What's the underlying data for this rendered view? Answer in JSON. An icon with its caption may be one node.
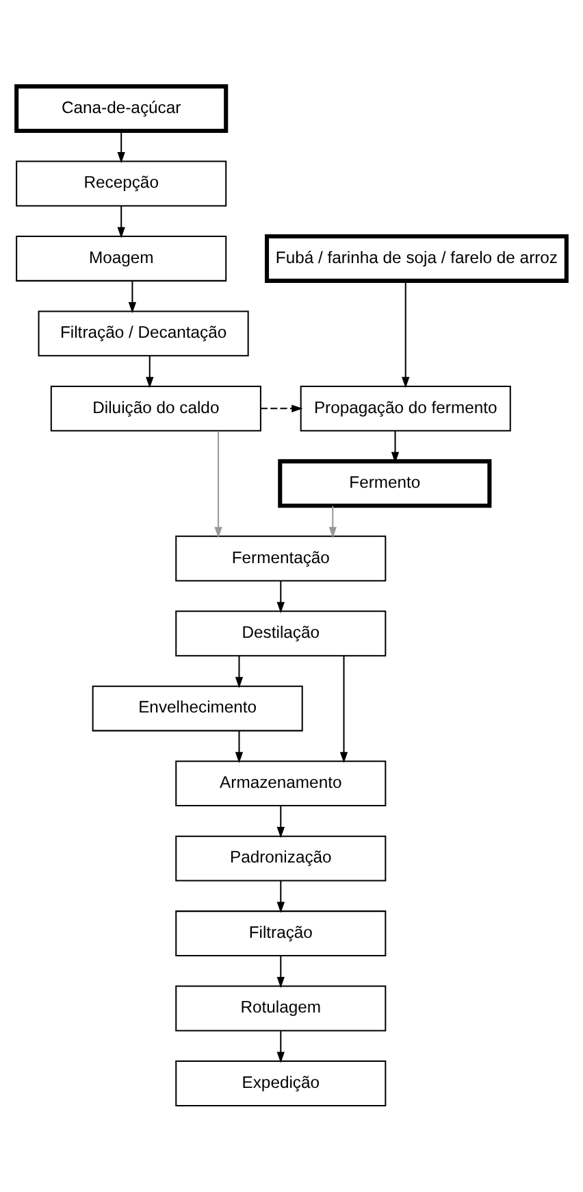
{
  "diagram": {
    "nodes": [
      {
        "text": [
          "Cana-de-açúcar"
        ]
      },
      {
        "text": [
          "Recepção"
        ]
      },
      {
        "text": [
          "Moagem"
        ]
      },
      {
        "text": [
          "Filtração / Decantação"
        ]
      },
      {
        "text": [
          "Diluição do caldo"
        ]
      },
      {
        "text": [
          "Fubá / farinha de soja / farelo de arroz"
        ]
      },
      {
        "text": [
          "Propagação do fermento"
        ]
      },
      {
        "text": [
          "Fermento"
        ]
      },
      {
        "text": [
          "Fermentação"
        ]
      },
      {
        "text": [
          "Destilação"
        ]
      },
      {
        "text": [
          "Envelhecimento"
        ]
      },
      {
        "text": [
          "Armazenamento"
        ]
      },
      {
        "text": [
          "Padronização"
        ]
      },
      {
        "text": [
          "Filtração"
        ]
      },
      {
        "text": [
          "Rotulagem"
        ]
      },
      {
        "text": [
          "Expedição"
        ]
      }
    ],
    "edges": [
      {
        "from": 0,
        "to": 1,
        "arrow": "to"
      },
      {
        "from": 1,
        "to": 2,
        "arrow": "to"
      },
      {
        "from": 2,
        "to": 3,
        "arrow": "to"
      },
      {
        "from": 3,
        "to": 4,
        "arrow": "to"
      },
      {
        "from": 4,
        "to": 6,
        "arrow": "to",
        "style": "dashed"
      },
      {
        "from": 5,
        "to": 6,
        "arrow": "to"
      },
      {
        "from": 6,
        "to": 7,
        "arrow": "to"
      },
      {
        "from": 4,
        "to": 8,
        "arrow": "to",
        "color": "#999999"
      },
      {
        "from": 7,
        "to": 8,
        "arrow": "to",
        "color": "#999999"
      },
      {
        "from": 8,
        "to": 9,
        "arrow": "to"
      },
      {
        "from": 9,
        "to": 10,
        "arrow": "to"
      },
      {
        "from": 9,
        "to": 11,
        "arrow": "to"
      },
      {
        "from": 10,
        "to": 11,
        "arrow": "to"
      },
      {
        "from": 11,
        "to": 12,
        "arrow": "to"
      },
      {
        "from": 12,
        "to": 13,
        "arrow": "to"
      },
      {
        "from": 13,
        "to": 14,
        "arrow": "to"
      },
      {
        "from": 14,
        "to": 15,
        "arrow": "to"
      }
    ]
  }
}
